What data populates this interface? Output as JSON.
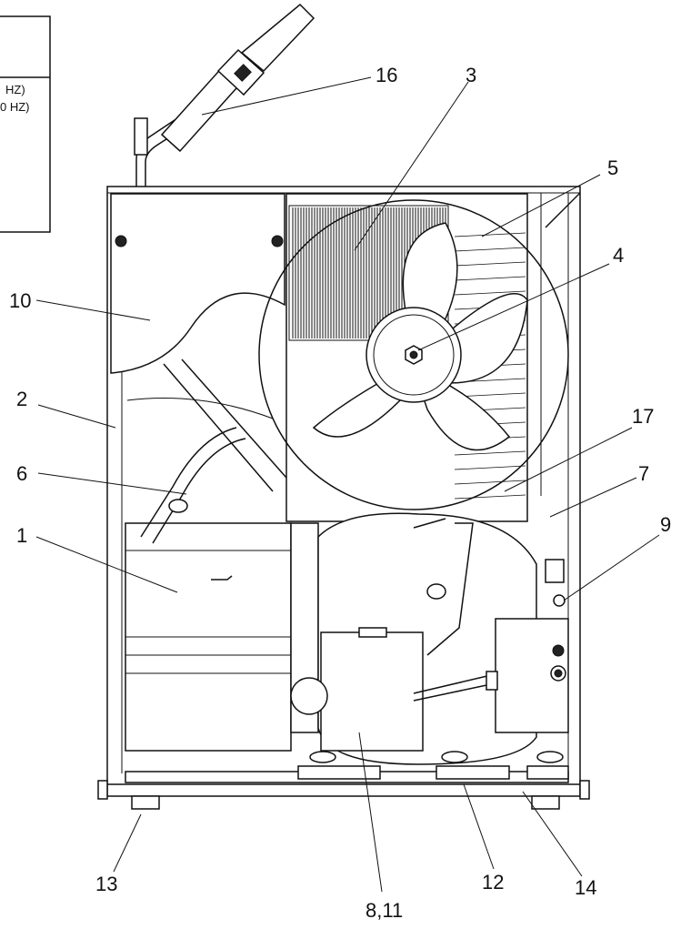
{
  "legend_box": {
    "line1": "HZ)",
    "line2": "0 HZ)"
  },
  "callouts": {
    "c16": "16",
    "c3": "3",
    "c5": "5",
    "c4": "4",
    "c10": "10",
    "c2": "2",
    "c6": "6",
    "c17": "17",
    "c7": "7",
    "c9": "9",
    "c1": "1",
    "c13": "13",
    "c8_11": "8,11",
    "c12": "12",
    "c14": "14"
  }
}
